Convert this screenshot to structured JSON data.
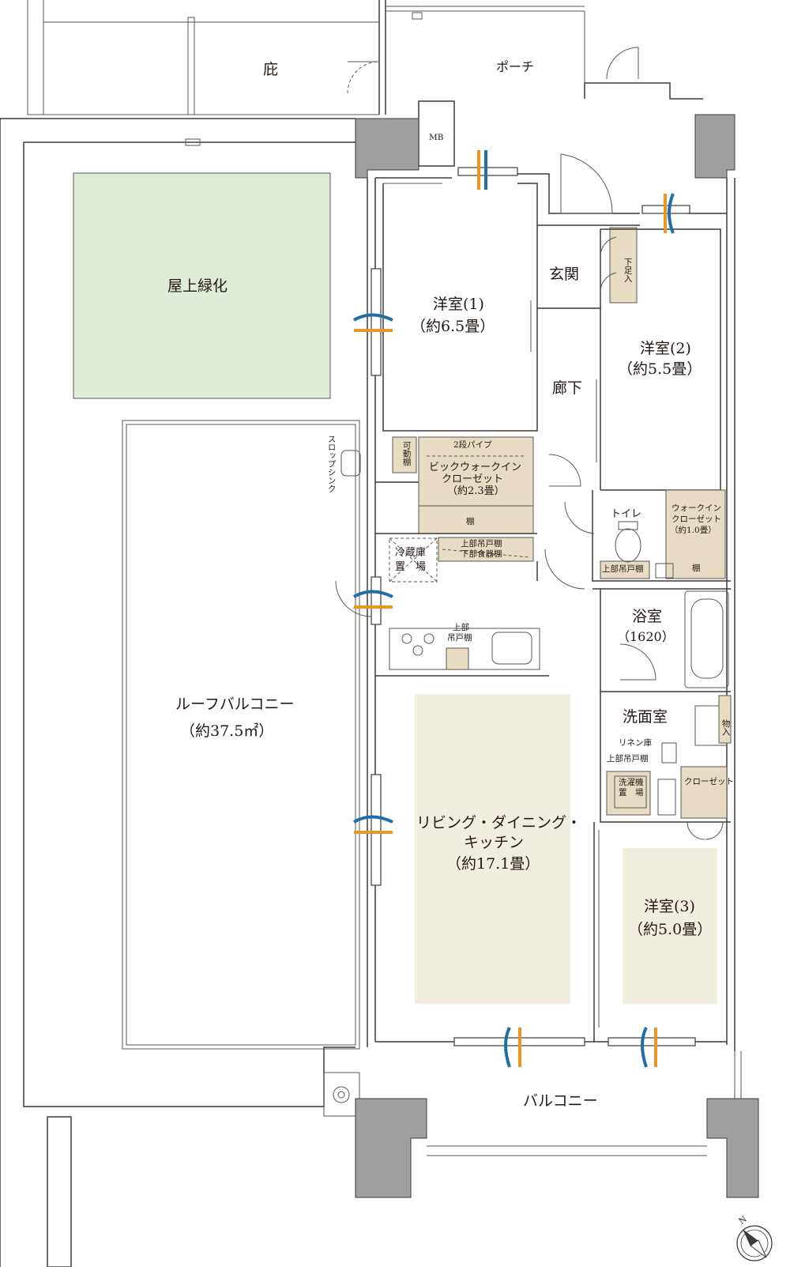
{
  "rooms": {
    "eaves": "庇",
    "porch": "ポーチ",
    "mb": "MB",
    "rooftop_green": "屋上緑化",
    "slop_sink": "スロップシンク",
    "roof_balcony_name": "ルーフバルコニー",
    "roof_balcony_area": "（約37.5㎡）",
    "western1_name": "洋室(1)",
    "western1_size": "（約6.5畳）",
    "entrance": "玄関",
    "shoe_storage": "下足入",
    "western2_name": "洋室(2)",
    "western2_size": "（約5.5畳）",
    "corridor": "廊下",
    "movable_shelf": "可動棚",
    "pipe_2tier": "2段パイプ",
    "big_wic_line1": "ビックウォークイン",
    "big_wic_line2": "クローゼット",
    "big_wic_size": "（約2.3畳）",
    "shelf": "棚",
    "toilet": "トイレ",
    "wic_line1": "ウォークイン",
    "wic_line2": "クローゼット",
    "wic_size": "（約1.0畳）",
    "upper_hanging_shelf": "上部吊戸棚",
    "upper_lower_cabinet_1": "上部吊戸棚",
    "upper_lower_cabinet_2": "下部食器棚",
    "fridge_line1": "冷蔵庫",
    "fridge_line2": "置　場",
    "kitchen_upper_1": "上部",
    "kitchen_upper_2": "吊戸棚",
    "bath_name": "浴室",
    "bath_size": "（1620）",
    "washroom": "洗面室",
    "storage": "物入",
    "linen": "リネン庫",
    "washer_1": "洗濯機",
    "washer_2": "置　場",
    "closet": "クローゼット",
    "ldk_line1": "リビング・ダイニング・",
    "ldk_line2": "キッチン",
    "ldk_size": "（約17.1畳）",
    "western3_name": "洋室(3)",
    "western3_size": "（約5.0畳）",
    "balcony": "バルコニー"
  },
  "compass": {
    "north_label": "N"
  },
  "colors": {
    "green_roof": "#e0ebd8",
    "floor_tan": "#f2eedf",
    "storage_tan": "#e7dcc3",
    "breeze_blue": "#1f6fa6",
    "breeze_orange": "#e89624",
    "wall": "#3e3a39"
  }
}
